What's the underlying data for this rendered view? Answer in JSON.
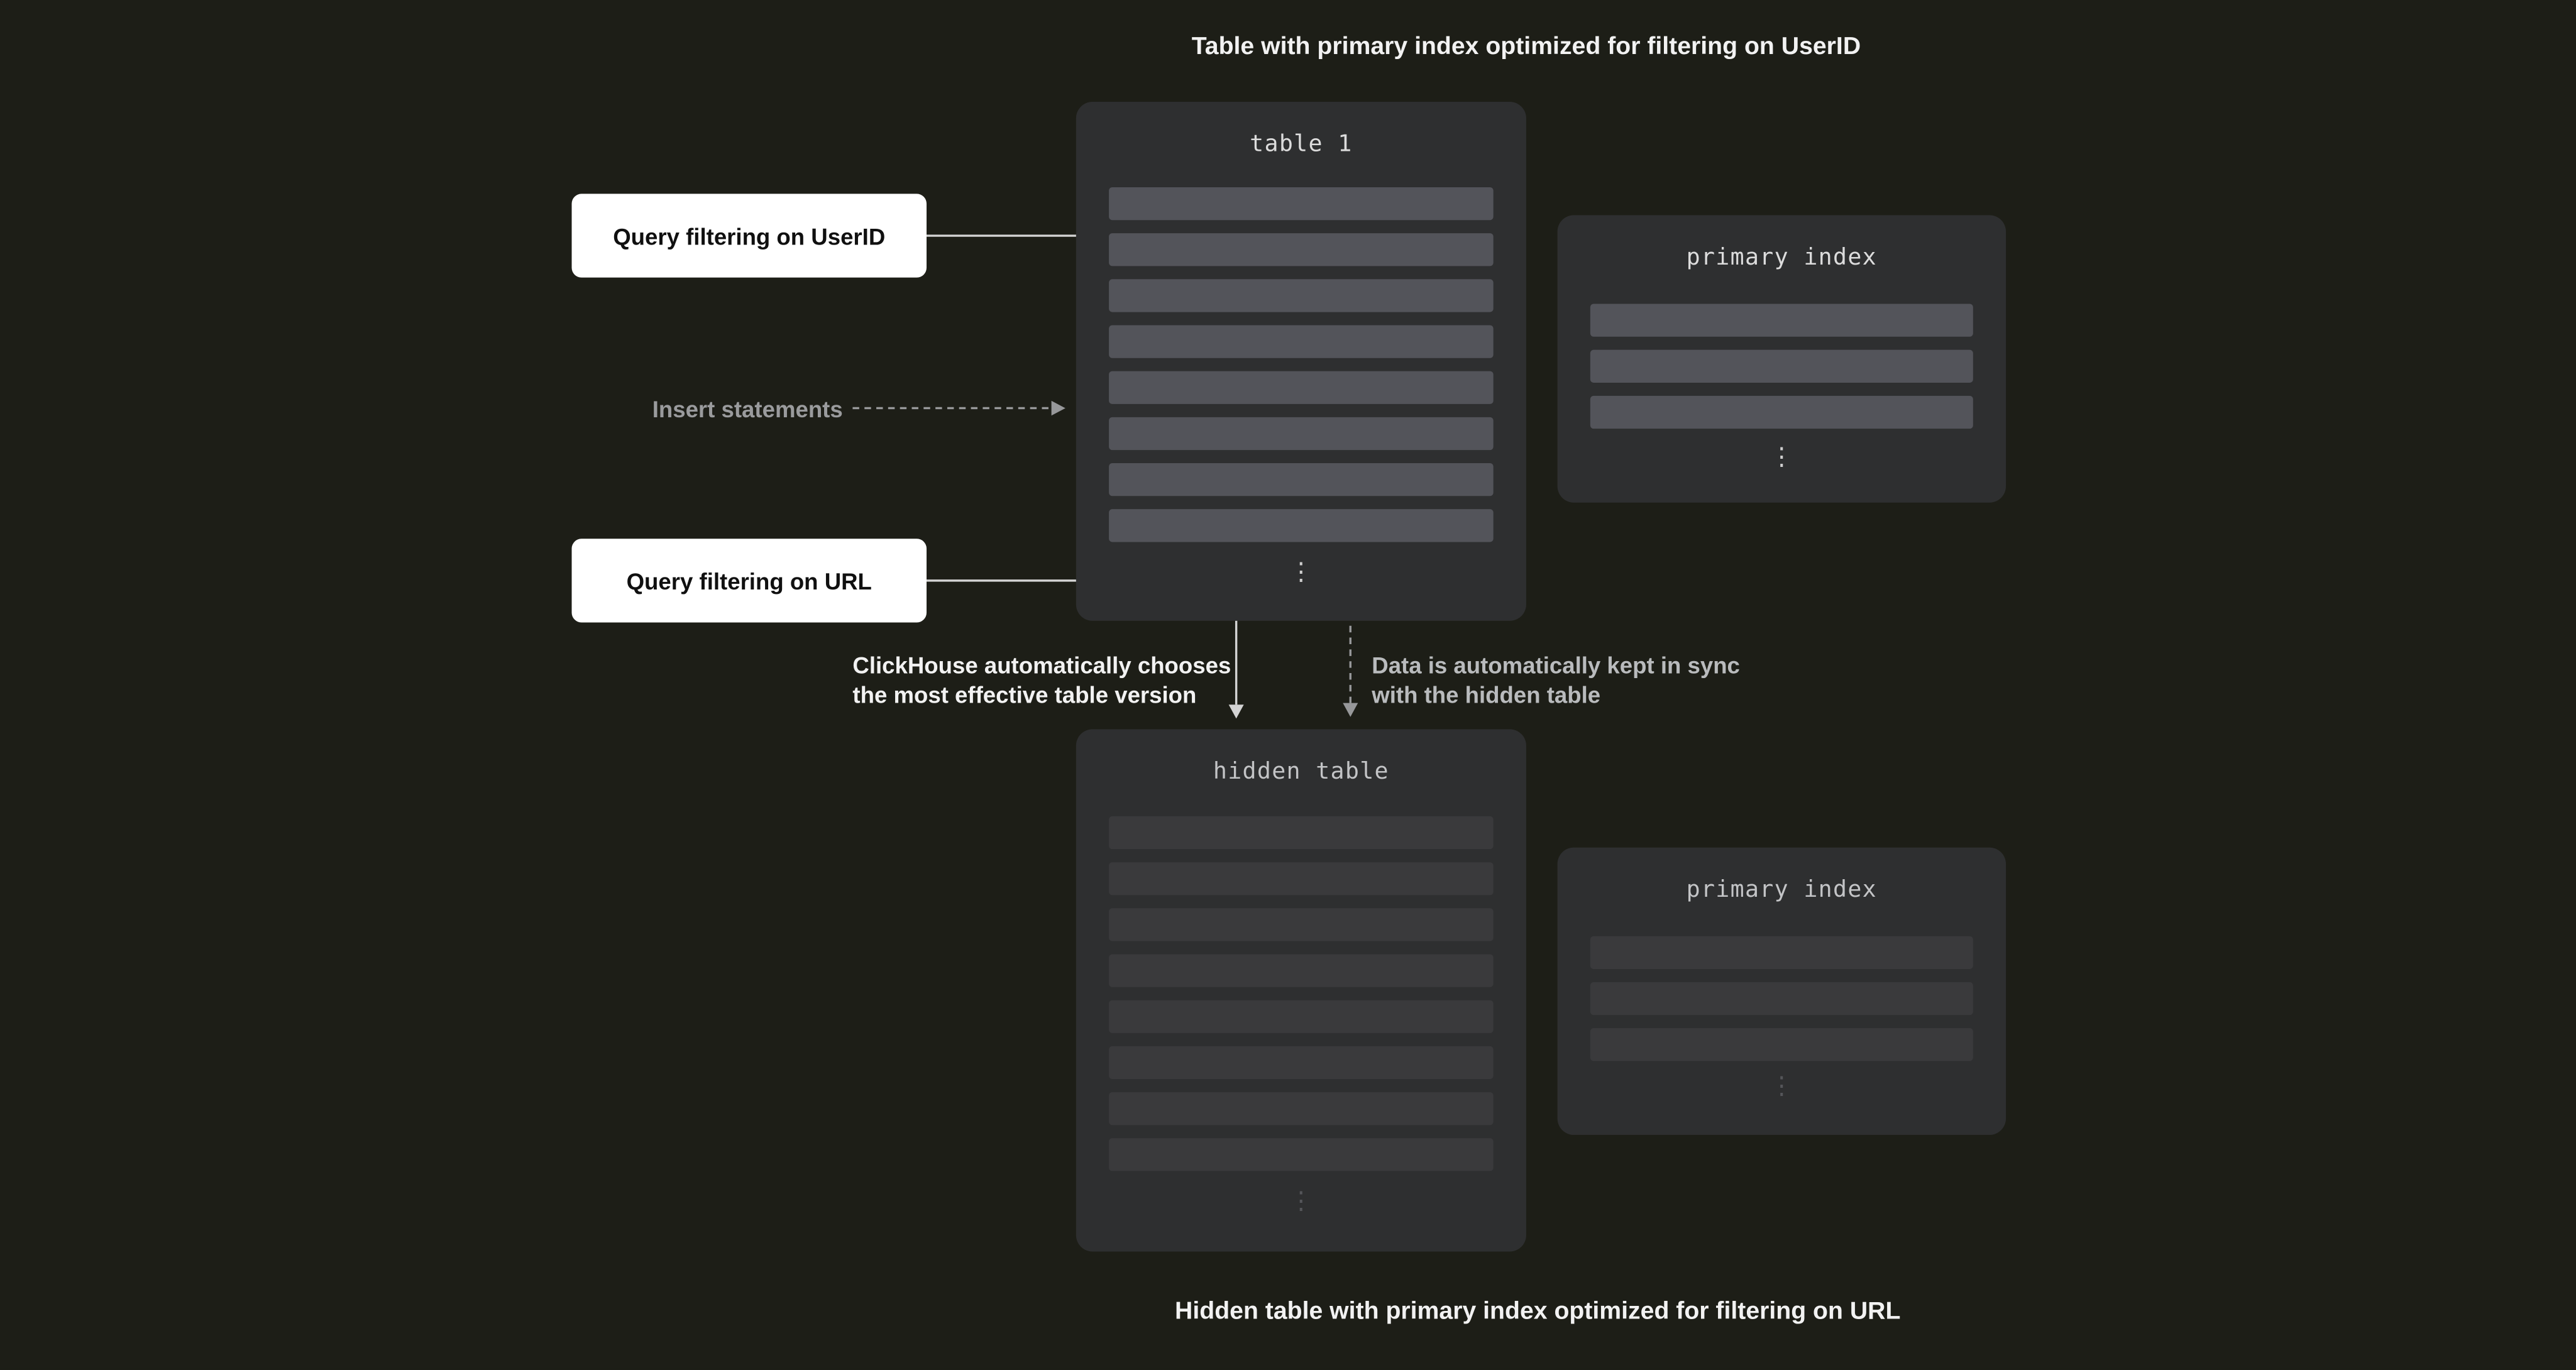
{
  "colors": {
    "background": "#1d1e17",
    "panel": "#2e2f30",
    "row_bright": "#53545a",
    "row_dim": "#3a3a3c",
    "ellipsis_bright": "#cfcfcf",
    "ellipsis_dim": "#55565a",
    "white_box_bg": "#ffffff",
    "white_box_text": "#101010",
    "caption_text": "#f2f2f2",
    "muted_text": "#9a9b9d",
    "sync_text": "#b9bbbd",
    "mono_title": "#dcdcdc",
    "mono_title_dim": "#c3c4c6",
    "arrow_solid": "#d4d4d4",
    "arrow_dashed": "#97989a"
  },
  "captions": {
    "top": "Table with primary index optimized for filtering on UserID",
    "bottom": "Hidden table with primary index optimized for filtering on URL"
  },
  "labels": {
    "query_userid": "Query filtering on UserID",
    "query_url": "Query filtering on URL",
    "insert_statements": "Insert statements",
    "auto_choose_line1": "ClickHouse automatically chooses",
    "auto_choose_line2": "the most effective table version",
    "sync_line1": "Data is automatically kept in sync",
    "sync_line2": "with the hidden table"
  },
  "tables": {
    "table1": {
      "title": "table 1",
      "rows": 8,
      "ellipsis": "⋮"
    },
    "primary_index_top": {
      "title": "primary index",
      "rows": 3,
      "ellipsis": "⋮"
    },
    "hidden_table": {
      "title": "hidden table",
      "rows": 8,
      "ellipsis": "⋮"
    },
    "primary_index_bottom": {
      "title": "primary index",
      "rows": 3,
      "ellipsis": "⋮"
    }
  }
}
